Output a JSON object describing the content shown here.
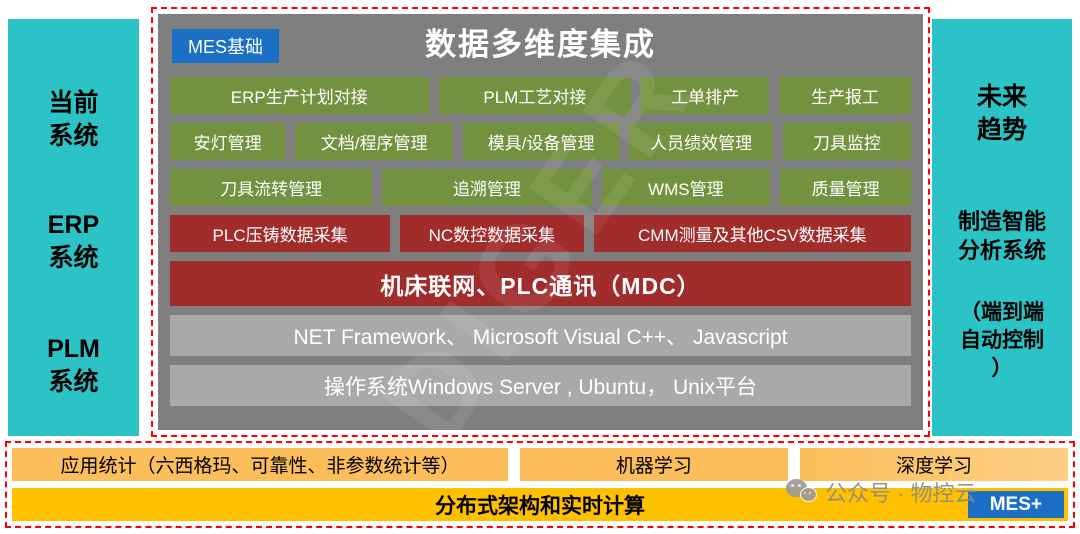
{
  "left_panel": {
    "items": [
      "当前\n系统",
      "ERP\n系统",
      "PLM\n系统"
    ]
  },
  "right_panel": {
    "items": [
      "未来\n趋势",
      "制造智能\n分析系统",
      "（端到端\n自动控制\n）"
    ]
  },
  "mes": {
    "badge": "MES基础",
    "title": "数据多维度集成",
    "rows": [
      {
        "cells": [
          "ERP生产计划对接",
          "PLM工艺对接",
          "工单排产",
          "生产报工"
        ]
      },
      {
        "cells": [
          "安灯管理",
          "文档/程序管理",
          "模具/设备管理",
          "人员绩效管理",
          "刀具监控"
        ]
      },
      {
        "cells": [
          "刀具流转管理",
          "追溯管理",
          "WMS管理",
          "质量管理"
        ]
      },
      {
        "cells": [
          "PLC压铸数据采集",
          "NC数控数据采集",
          "CMM测量及其他CSV数据采集"
        ]
      },
      {
        "cells": [
          "机床联网、PLC通讯（MDC）"
        ]
      },
      {
        "cells": [
          "NET Framework、 Microsoft Visual C++、 Javascript"
        ]
      },
      {
        "cells": [
          "操作系统Windows Server , Ubuntu， Unix平台"
        ]
      }
    ]
  },
  "bottom": {
    "row1": [
      "应用统计（六西格玛、可靠性、非参数统计等）",
      "机器学习",
      "深度学习"
    ],
    "row2": "分布式架构和实时计算",
    "badge": "MES+"
  },
  "watermark": {
    "big": "DIGER",
    "caption": "公众号 · 物控云"
  },
  "colors": {
    "cyan": "#2BC3C6",
    "green": "#72923F",
    "dark_red": "#A12C2C",
    "gray_panel": "#7F7F7F",
    "gray_row": "#A9A9A9",
    "orange_light": "#FBBE5A",
    "orange": "#FFC000",
    "blue": "#1B6FC5",
    "border_red": "#FF0000"
  }
}
